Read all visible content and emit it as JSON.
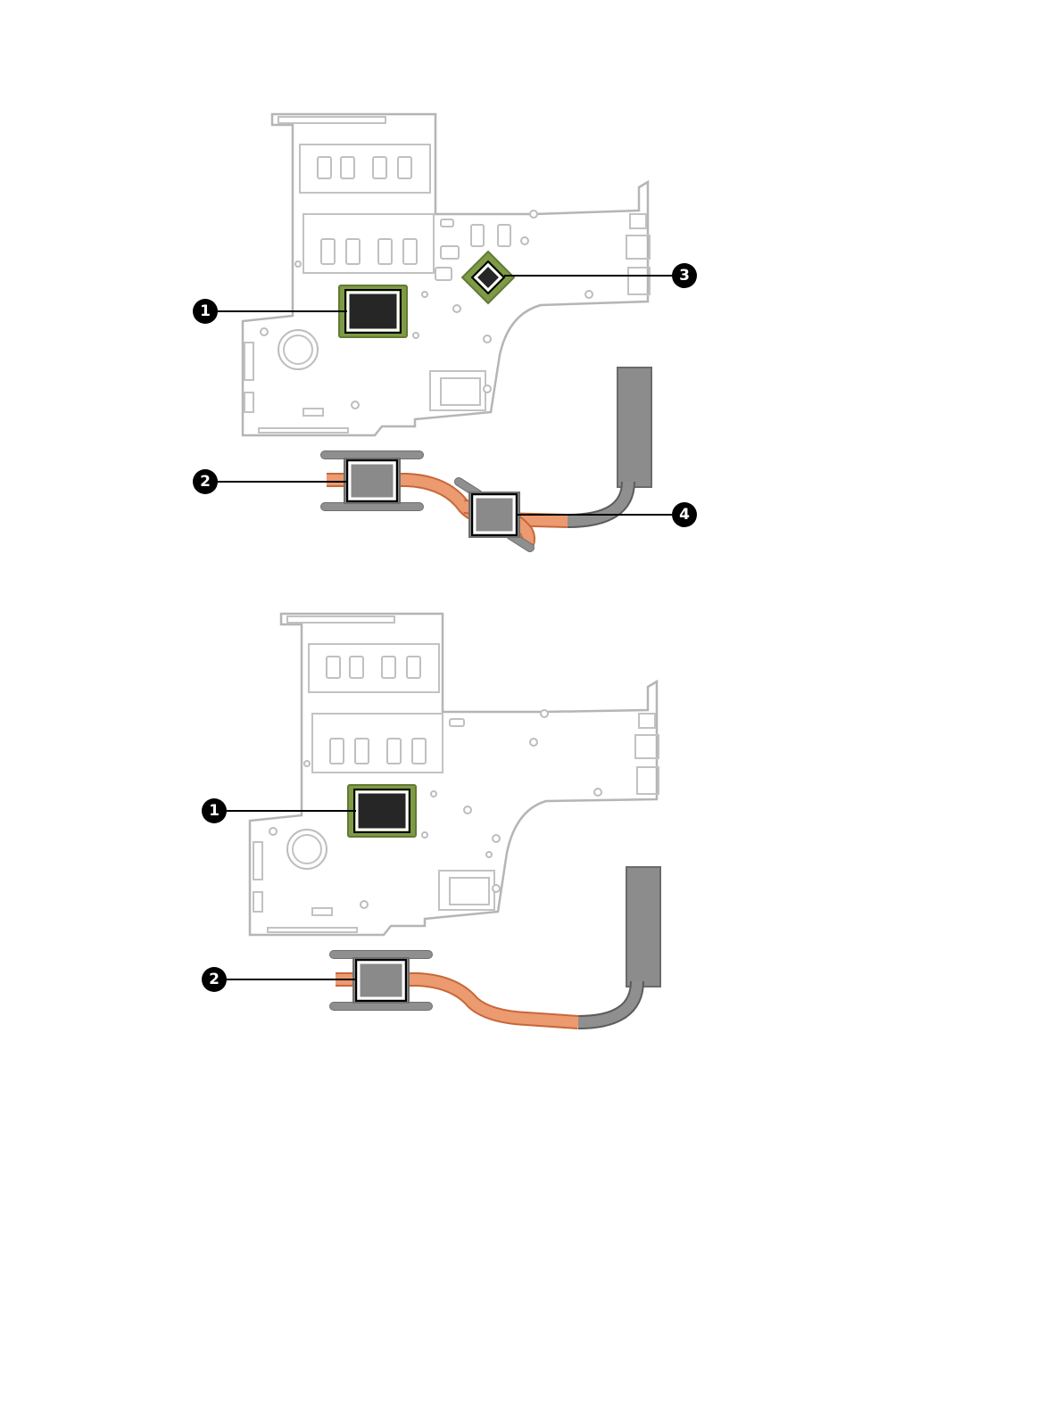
{
  "figure": {
    "upper": {
      "callouts": [
        "1",
        "2",
        "3",
        "4"
      ]
    },
    "lower": {
      "callouts": [
        "1",
        "2"
      ]
    }
  },
  "colors": {
    "chip_substrate": "#7e9a46",
    "chip_die": "#262626",
    "heat_pipe_copper": "#ec9a6f",
    "heat_pipe_grey": "#8f8f8f",
    "board_outline": "#b5b5b5",
    "callout": "#000000"
  }
}
